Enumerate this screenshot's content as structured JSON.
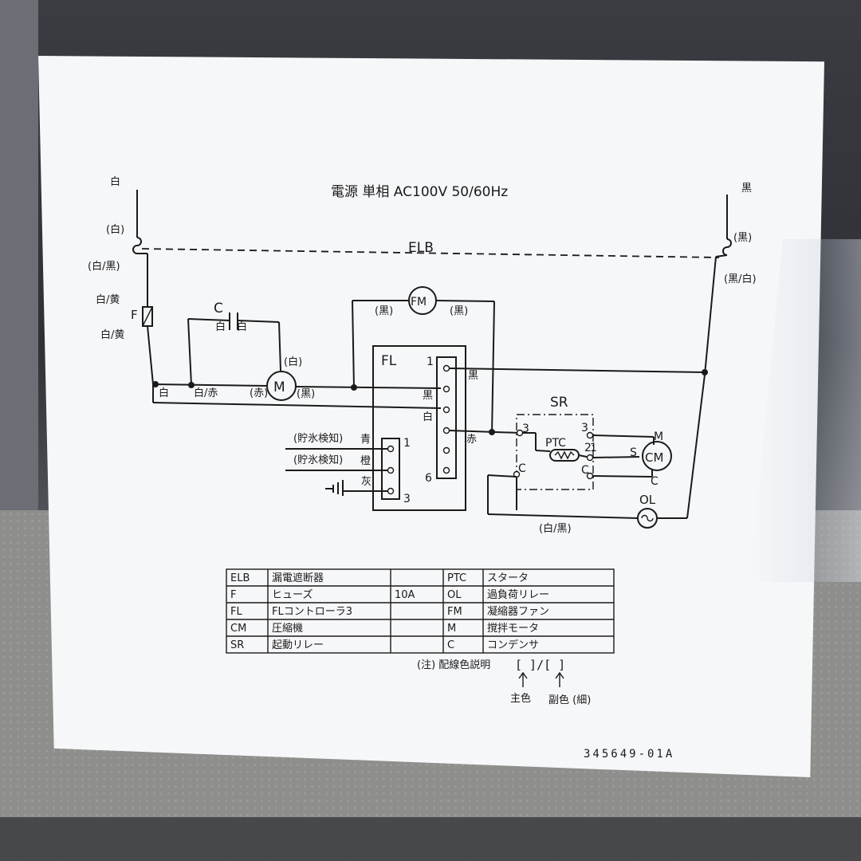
{
  "title": "電源 単相 AC100V 50/60Hz",
  "serial": "345649-01A",
  "left_wire": {
    "top": "白",
    "mid": "(白)",
    "joint": "(白/黒)",
    "fuse_top": "白/黄",
    "fuse_letter": "F",
    "fuse_bottom": "白/黄",
    "bus": "白"
  },
  "right_wire": {
    "top": "黒",
    "mid": "(黒)",
    "joint": "(黒/白)"
  },
  "elb_label": "ELB",
  "capacitor": {
    "letter": "C",
    "left": "白",
    "right": "白"
  },
  "stir_motor": {
    "symbol": "M",
    "left_feed": "白/赤",
    "left": "(赤)",
    "right": "(黒)",
    "top": "(白)"
  },
  "fan_motor": {
    "symbol": "FM",
    "left": "(黒)",
    "right": "(黒)"
  },
  "controller": {
    "name": "FL",
    "pins": [
      "1",
      "6"
    ],
    "wire_labels": {
      "black_right": "黒",
      "black_left": "黒",
      "white_left": "白",
      "red_right": "赤"
    }
  },
  "sensor_connector": {
    "rows": [
      {
        "label": "(貯氷検知)",
        "color": "青"
      },
      {
        "label": "(貯氷検知)",
        "color": "橙"
      },
      {
        "label": "",
        "color": "灰"
      }
    ],
    "pins": [
      "1",
      "3"
    ]
  },
  "relay": {
    "name": "SR",
    "pin3": "3",
    "pin3b": "3",
    "ptc": "PTC",
    "pin2": "2",
    "pin1": "1",
    "pinc": "C",
    "pinc2": "C"
  },
  "compressor": {
    "symbol": "CM",
    "m": "M",
    "s": "S",
    "c": "C"
  },
  "overload": {
    "name": "OL",
    "wire": "(白/黒)"
  },
  "legend_table": {
    "rows": [
      [
        "ELB",
        "漏電遮断器",
        "",
        "PTC",
        "スタータ"
      ],
      [
        "F",
        "ヒューズ",
        "10A",
        "OL",
        "過負荷リレー"
      ],
      [
        "FL",
        "FLコントローラ3",
        "",
        "FM",
        "凝縮器ファン"
      ],
      [
        "CM",
        "圧縮機",
        "",
        "M",
        "撹拌モータ"
      ],
      [
        "SR",
        "起動リレー",
        "",
        "C",
        "コンデンサ"
      ]
    ]
  },
  "note": {
    "prefix": "(注) 配線色説明",
    "bracket": "[ ]/[ ]",
    "main": "主色",
    "sub": "副色 (細)"
  },
  "colors": {
    "card": "#f6f7f9",
    "ink": "#1a1a1a",
    "background": "#3a3c42",
    "mat": "#8e8f8c"
  }
}
